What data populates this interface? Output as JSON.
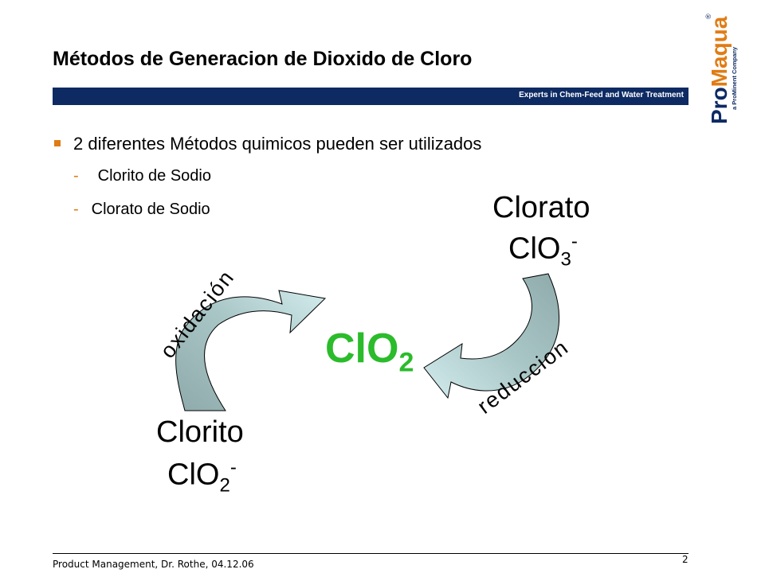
{
  "slide": {
    "title": "Métodos de Generacion de Dioxido de Cloro",
    "tagline": "Experts in Chem-Feed and Water Treatment",
    "logo": {
      "brand_part1": "Pro",
      "brand_part2": "Maqua",
      "registered": "®",
      "subtitle": "a ProMinent Company",
      "color_dark": "#0d2a63",
      "color_accent": "#e07c14"
    },
    "bullet": "2 diferentes Métodos quimicos pueden ser utilizados",
    "sub_items": [
      {
        "dash": "-",
        "text": "Clorito de Sodio"
      },
      {
        "dash": "-",
        "text": "Clorato de Sodio"
      }
    ],
    "diagram": {
      "clorato_label": "Clorato",
      "clorato_formula": {
        "base": "ClO",
        "subscript": "3",
        "superscript": "-"
      },
      "clorito_label": "Clorito",
      "clorito_formula": {
        "base": "ClO",
        "subscript": "2",
        "superscript": "-"
      },
      "center_formula": {
        "base": "ClO",
        "subscript": "2"
      },
      "oxidation_label": "oxidación",
      "reduction_label": "reduccion",
      "center_color": "#2bbb2b",
      "arrow_light": "#cfe8ea",
      "arrow_dark": "#8faaaa"
    },
    "footer": "Product Management, Dr. Rothe, 04.12.06",
    "page_number": "2"
  }
}
